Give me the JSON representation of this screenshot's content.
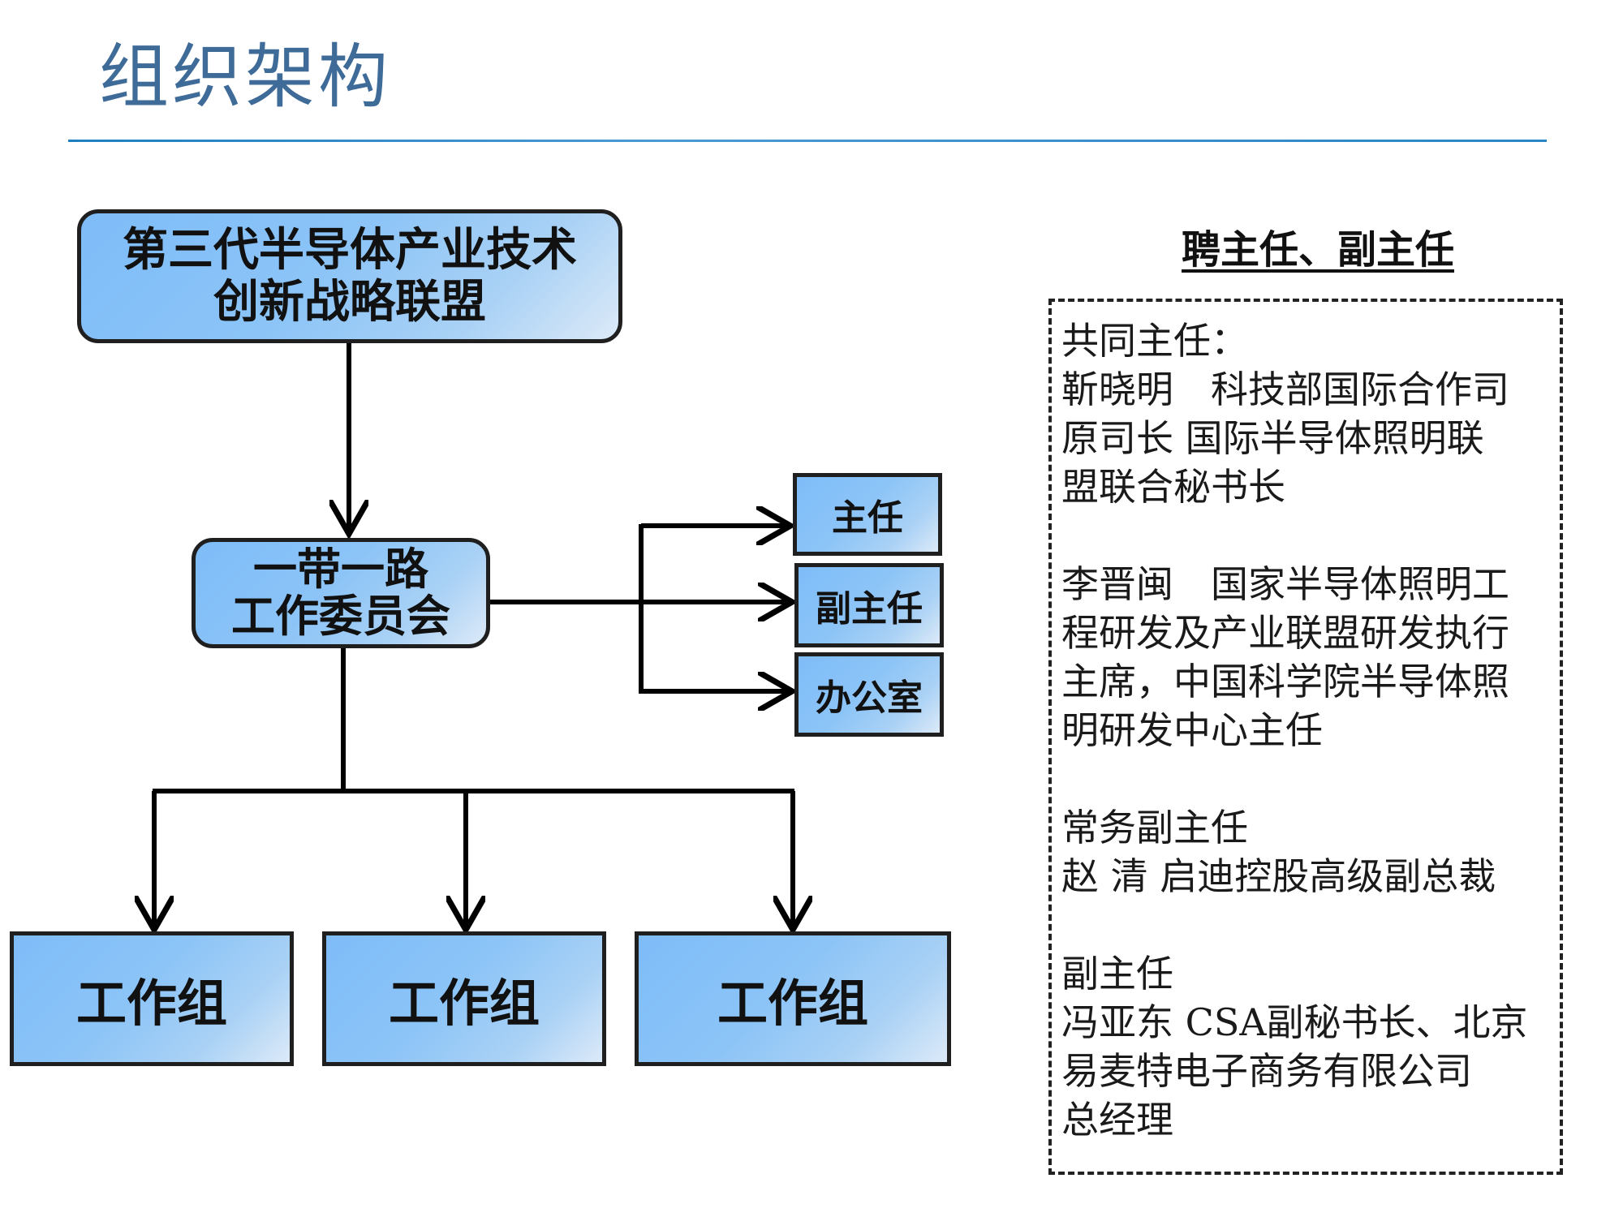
{
  "page": {
    "title": "组织架构"
  },
  "diagram": {
    "alliance": {
      "line1": "第三代半导体产业技术",
      "line2": "创新战略联盟"
    },
    "committee": {
      "line1": "一带一路",
      "line2": "工作委员会"
    },
    "offices": {
      "director": "主任",
      "vice_director": "副主任",
      "office": "办公室"
    },
    "working_groups": [
      "工作组",
      "工作组",
      "工作组"
    ]
  },
  "panel": {
    "heading": "聘主任、副主任",
    "lines": [
      "共同主任：",
      "靳晓明　科技部国际合作司",
      "原司长 国际半导体照明联",
      "盟联合秘书长",
      "李晋闽　国家半导体照明工",
      "程研发及产业联盟研发执行",
      "主席，中国科学院半导体照",
      "明研发中心主任",
      "常务副主任",
      "赵 清 启迪控股高级副总裁",
      "副主任",
      "冯亚东 CSA副秘书长、北京",
      "易麦特电子商务有限公司",
      "总经理"
    ]
  },
  "colors": {
    "box_fill": "#7ebcf8",
    "title": "#3f6b98",
    "rule": "#1f7fc0"
  }
}
